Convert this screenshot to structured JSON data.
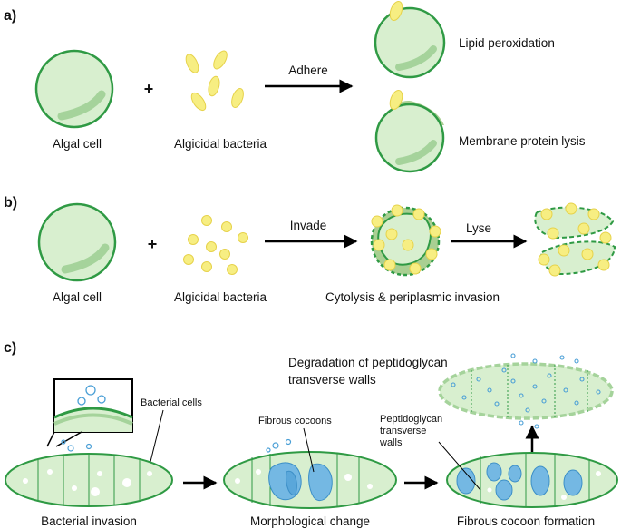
{
  "colors": {
    "cell_fill": "#d8efcf",
    "cell_stroke": "#2f9a44",
    "inner_band": "#a5d39b",
    "bacteria_fill": "#f7ee82",
    "bacteria_stroke": "#e6d24a",
    "cocoon_fill": "#74b8e3",
    "cocoon_stroke": "#3c8fc7",
    "debris": "#4a9fd6",
    "arrow": "#000000"
  },
  "panels": {
    "a": {
      "label": "a)",
      "plus": "+",
      "algal_cell": "Algal cell",
      "bacteria": "Algicidal bacteria",
      "arrow_label": "Adhere",
      "outcome_1": "Lipid peroxidation",
      "outcome_2": "Membrane protein lysis"
    },
    "b": {
      "label": "b)",
      "plus": "+",
      "algal_cell": "Algal cell",
      "bacteria": "Algicidal bacteria",
      "arrow_invade": "Invade",
      "arrow_lyse": "Lyse",
      "stage_label": "Cytolysis & periplasmic invasion"
    },
    "c": {
      "label": "c)",
      "bacterial_cells": "Bacterial cells",
      "fibrous_cocoons": "Fibrous cocoons",
      "peptidoglycan_line1": "Peptidoglycan",
      "peptidoglycan_line2": "transverse",
      "peptidoglycan_line3": "walls",
      "degradation_line1": "Degradation of peptidoglycan",
      "degradation_line2": "transverse walls",
      "stage_1": "Bacterial invasion",
      "stage_2": "Morphological change",
      "stage_3": "Fibrous cocoon formation"
    }
  }
}
